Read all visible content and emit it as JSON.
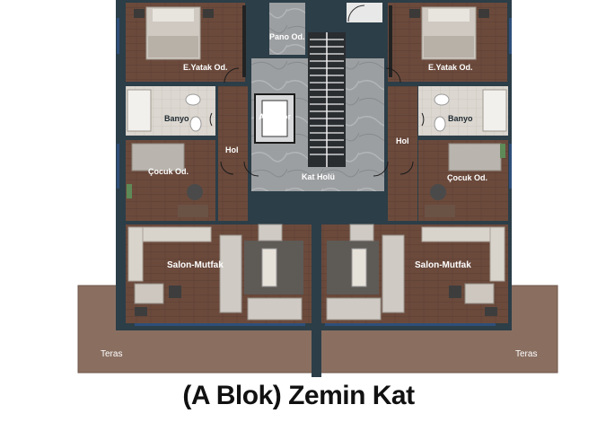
{
  "rooms": {
    "bedroom_left": "E.Yatak Od.",
    "bedroom_right": "E.Yatak Od.",
    "bath_left": "Banyo",
    "bath_right": "Banyo",
    "hall_left": "Hol",
    "hall_right": "Hol",
    "child_left": "Çocuk Od.",
    "child_right": "Çocuk Od.",
    "living_left": "Salon-Mutfak",
    "living_right": "Salon-Mutfak",
    "terrace_left": "Teras",
    "terrace_right": "Teras",
    "panel_room": "Pano Od.",
    "elevator": "Asansör",
    "floor_hall": "Kat Holü"
  },
  "caption": "(A Blok) Zemin Kat",
  "colors": {
    "wall": "#2c3e48",
    "floor_wood": "#6b4a3c",
    "marble": "#9fa2a4",
    "terrace": "#8a6f61",
    "tile": "#d9d4cd",
    "fabric": "#c9c4bd"
  }
}
